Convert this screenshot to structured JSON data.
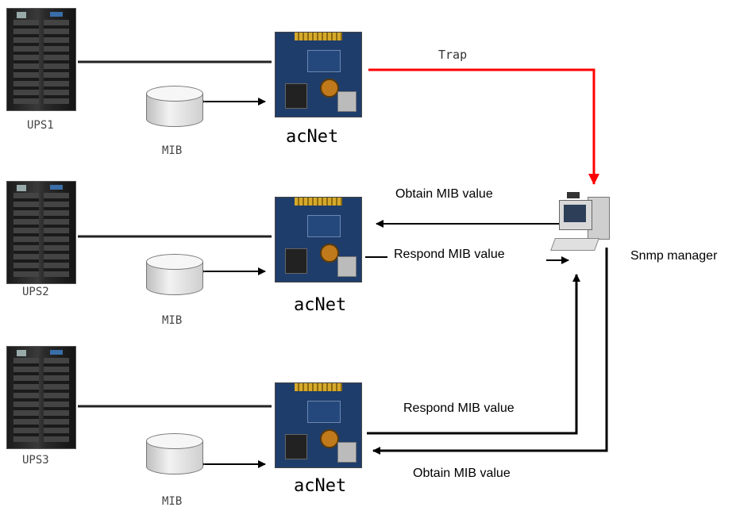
{
  "ups_labels": [
    "UPS1",
    "UPS2",
    "UPS3"
  ],
  "mib_label": "MIB",
  "card_label": "acNet",
  "trap_label": "Trap",
  "manager_label": "Snmp manager",
  "messages": {
    "obtain": "Obtain MIB value",
    "respond": "Respond MIB value"
  },
  "colors": {
    "trap_line": "#ff0000",
    "line": "#000000"
  },
  "icons": [
    "ups-cabinet-icon",
    "network-card-icon",
    "database-icon",
    "computer-icon"
  ]
}
